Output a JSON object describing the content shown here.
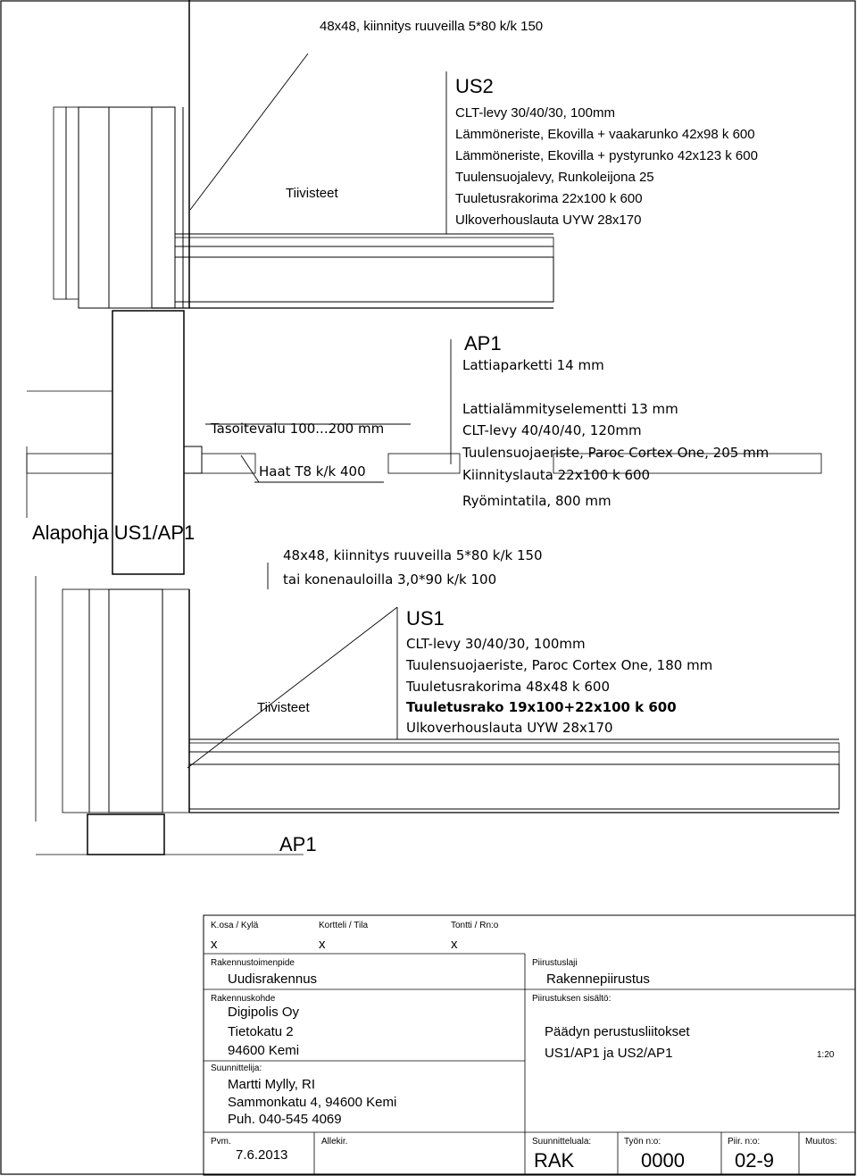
{
  "drawing": {
    "top_note": "48x48, kiinnitys ruuveilla 5*80 k/k 150",
    "us2": {
      "title": "US2",
      "layers": [
        "CLT-levy 30/40/30, 100mm",
        "Lämmöneriste, Ekovilla + vaakarunko 42x98 k 600",
        "Lämmöneriste, Ekovilla + pystyrunko 42x123 k 600",
        "Tuulensuojalevy, Runkoleijona 25",
        "Tuuletusrakorima 22x100 k 600",
        "Ulkoverhouslauta UYW 28x170"
      ],
      "seal_label": "Tiivisteet"
    },
    "ap1": {
      "title": "AP1",
      "layers": [
        "Lattiaparketti 14 mm",
        "Lattialämmityselementti 13 mm",
        "CLT-levy 40/40/40, 120mm",
        "Tuulensuojaeriste, Paroc Cortex One, 205 mm",
        "Kiinnityslauta 22x100 k 600",
        "Ryömintatila, 800 mm"
      ]
    },
    "tasoitevalu": "Tasoitevalu 100...200 mm",
    "haat": "Haat T8 k/k 400",
    "section_title": "Alapohja US1/AP1",
    "mid_note_1": "48x48, kiinnitys ruuveilla 5*80 k/k 150",
    "mid_note_2": "tai konenauloilla 3,0*90 k/k 100",
    "us1": {
      "title": "US1",
      "layers": [
        "CLT-levy 30/40/30, 100mm",
        "Tuulensuojaeriste, Paroc Cortex One, 180 mm",
        "Tuuletusrakorima 48x48 k 600",
        "Tuuletusrako 19x100+22x100 k 600",
        "Ulkoverhouslauta UYW 28x170"
      ],
      "seal_label": "Tiivisteet"
    },
    "bottom_label": "AP1"
  },
  "title_block": {
    "k_osa_label": "K.osa / Kylä",
    "k_osa_value": "x",
    "kortteli_label": "Kortteli / Tila",
    "kortteli_value": "x",
    "tontti_label": "Tontti / Rn:o",
    "tontti_value": "x",
    "toimenpide_label": "Rakennustoimenpide",
    "toimenpide_value": "Uudisrakennus",
    "kohde_label": "Rakennuskohde",
    "kohde_lines": [
      "Digipolis Oy",
      "Tietokatu 2",
      "94600 Kemi"
    ],
    "suunnittelija_label": "Suunnittelija:",
    "suunnittelija_lines": [
      "Martti Mylly, RI",
      "Sammonkatu 4, 94600 Kemi",
      "Puh. 040-545 4069"
    ],
    "laji_label": "Piirustuslaji",
    "laji_value": "Rakennepiirustus",
    "sisalto_label": "Piirustuksen sisältö:",
    "sisalto_lines": [
      "Päädyn  perustusliitokset",
      "US1/AP1 ja US2/AP1"
    ],
    "scale": "1:20",
    "pvm_label": "Pvm.",
    "pvm_value": "7.6.2013",
    "allekir_label": "Allekir.",
    "ala_label": "Suunnitteluala:",
    "ala_value": "RAK",
    "tyo_label": "Työn n:o:",
    "tyo_value": "0000",
    "piir_label": "Piir. n:o:",
    "piir_value": "02-9",
    "muutos_label": "Muutos:"
  }
}
